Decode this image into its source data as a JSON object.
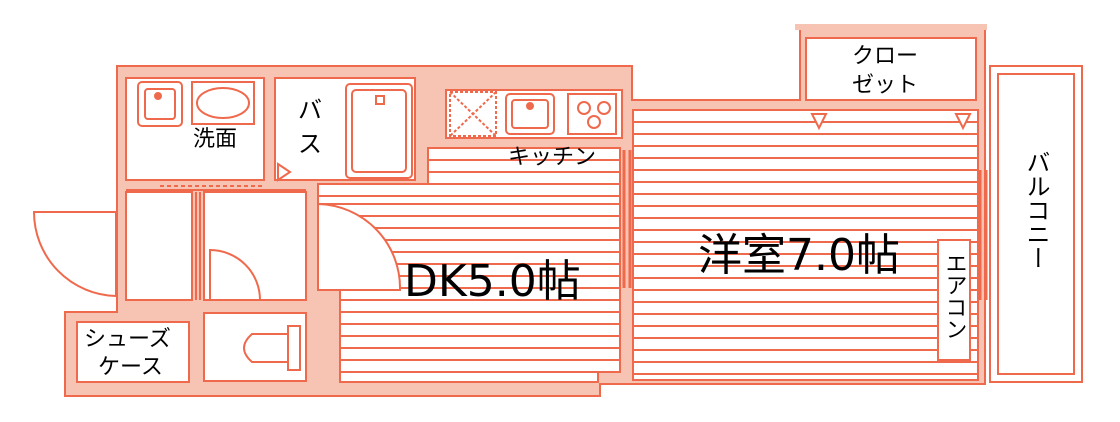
{
  "colors": {
    "wall_fill": "#f7c3b2",
    "wall_stroke": "#ef6a4d",
    "line": "#ef6a4d",
    "room_fill": "#ffffff",
    "text": "#000000"
  },
  "rooms": {
    "washroom": "洗面",
    "bath": "バス",
    "kitchen": "キッチン",
    "dk": "DK5.0帖",
    "western_room": "洋室7.0帖",
    "closet_line1": "クロー",
    "closet_line2": "ゼット",
    "shoe_case_line1": "シューズ",
    "shoe_case_line2": "ケース",
    "aircon": "エアコン",
    "balcony": "バルコニー"
  }
}
